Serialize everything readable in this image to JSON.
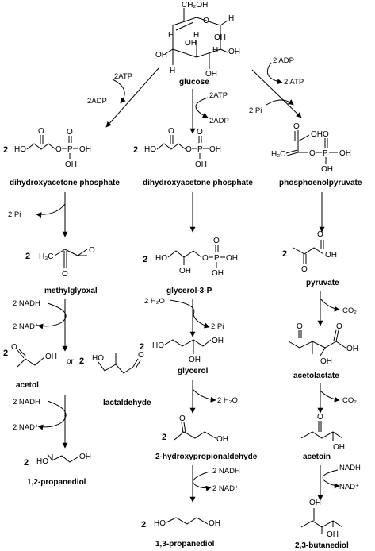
{
  "glucose": {
    "label": "glucose",
    "atoms": {
      "ch2oh": "CH₂OH",
      "o": "O",
      "h_tr": "H",
      "h_tl": "H",
      "oh_l": "OH",
      "oh_r": "OH",
      "h_l": "H",
      "oh_bl": "OH",
      "oh_bm": "OH",
      "h_bm": "H",
      "h_br": "H",
      "oh_c": "OH"
    }
  },
  "left": {
    "cofactors": {
      "in": "2ATP",
      "out": "2ADP",
      "pi": "2 Pi",
      "nadh1": "2 NADH",
      "nad1": "2 NAD⁺",
      "nadh2": "2 NADH",
      "nad2": "2 NAD⁺"
    },
    "compounds": {
      "dhap": "dihydroxyacetone phosphate",
      "methylglyoxal": "methylglyoxal",
      "acetol": "acetol",
      "or": "or",
      "lactaldehyde": "lactaldehyde",
      "propanediol12": "1,2-propanediol"
    }
  },
  "middle": {
    "cofactors": {
      "in": "2ATP",
      "out": "2ADP",
      "h2o_in": "2 H₂O",
      "pi": "2 Pi",
      "h2o_out": "2 H₂O",
      "nadh": "2 NADH",
      "nad": "2 NAD⁺"
    },
    "compounds": {
      "dhap": "dihydroxyacetone phosphate",
      "g3p": "glycerol-3-P",
      "glycerol": "glycerol",
      "hpa": "2-hydroxypropionaldehyde",
      "propanediol13": "1,3-propanediol"
    }
  },
  "right": {
    "cofactors": {
      "in": "2 ADP",
      "out": "2 ATP",
      "pi": "2 Pi",
      "co2a": "CO₂",
      "co2b": "CO₂",
      "nadh": "NADH",
      "nad": "NAD⁺"
    },
    "compounds": {
      "pep": "phosphoenolpyruvate",
      "pyruvate": "pyruvate",
      "acetolactate": "acetolactate",
      "acetoin": "acetoin",
      "butanediol": "2,3-butanediol"
    }
  },
  "coefficients": {
    "two": "2"
  },
  "atoms": {
    "ho": "HO",
    "oh": "OH",
    "o": "O",
    "p": "P",
    "h": "H",
    "h3c": "H₃C",
    "h2c": "H₂C"
  }
}
